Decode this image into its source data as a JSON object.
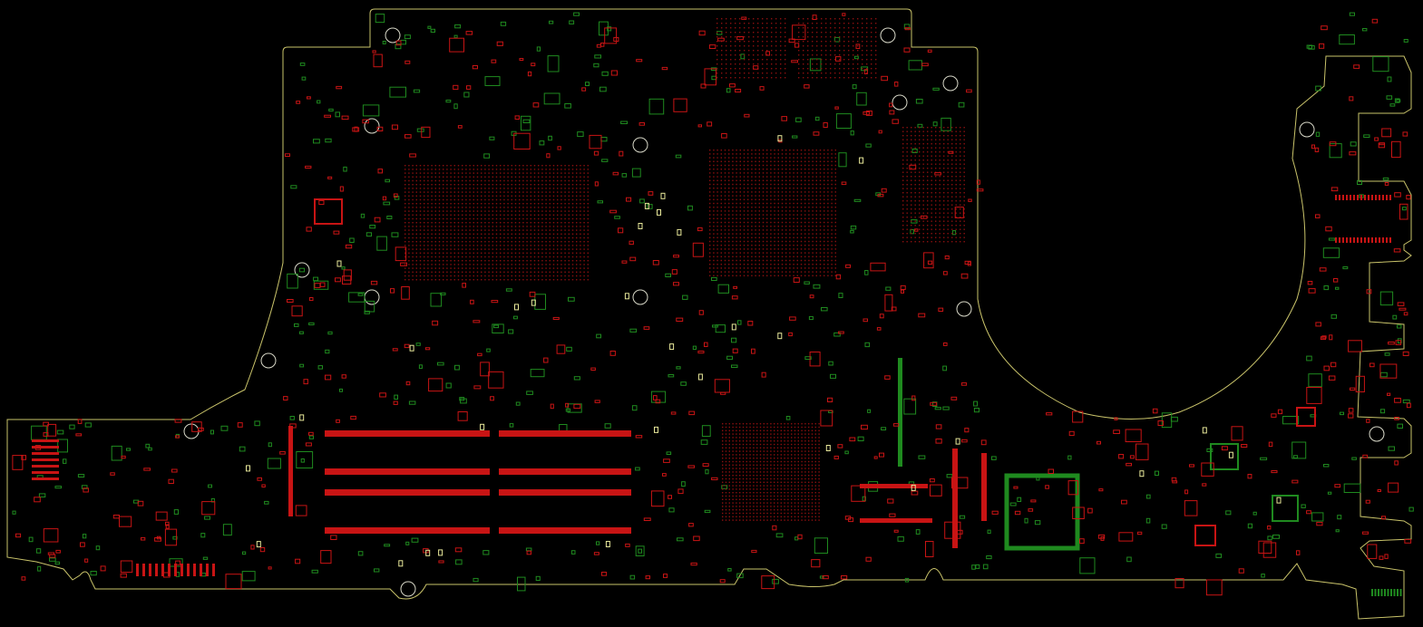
{
  "viewer": {
    "background": "#000000",
    "colors": {
      "outline": "#c9c36a",
      "top_layer": "#c81414",
      "bottom_layer": "#1f8a1f",
      "highlight": "#e8e89a",
      "hole": "#d8d8c8",
      "via": "#8a1010"
    }
  },
  "board": {
    "view": "pcb-boardview",
    "layers_shown": [
      "top",
      "bottom"
    ]
  }
}
